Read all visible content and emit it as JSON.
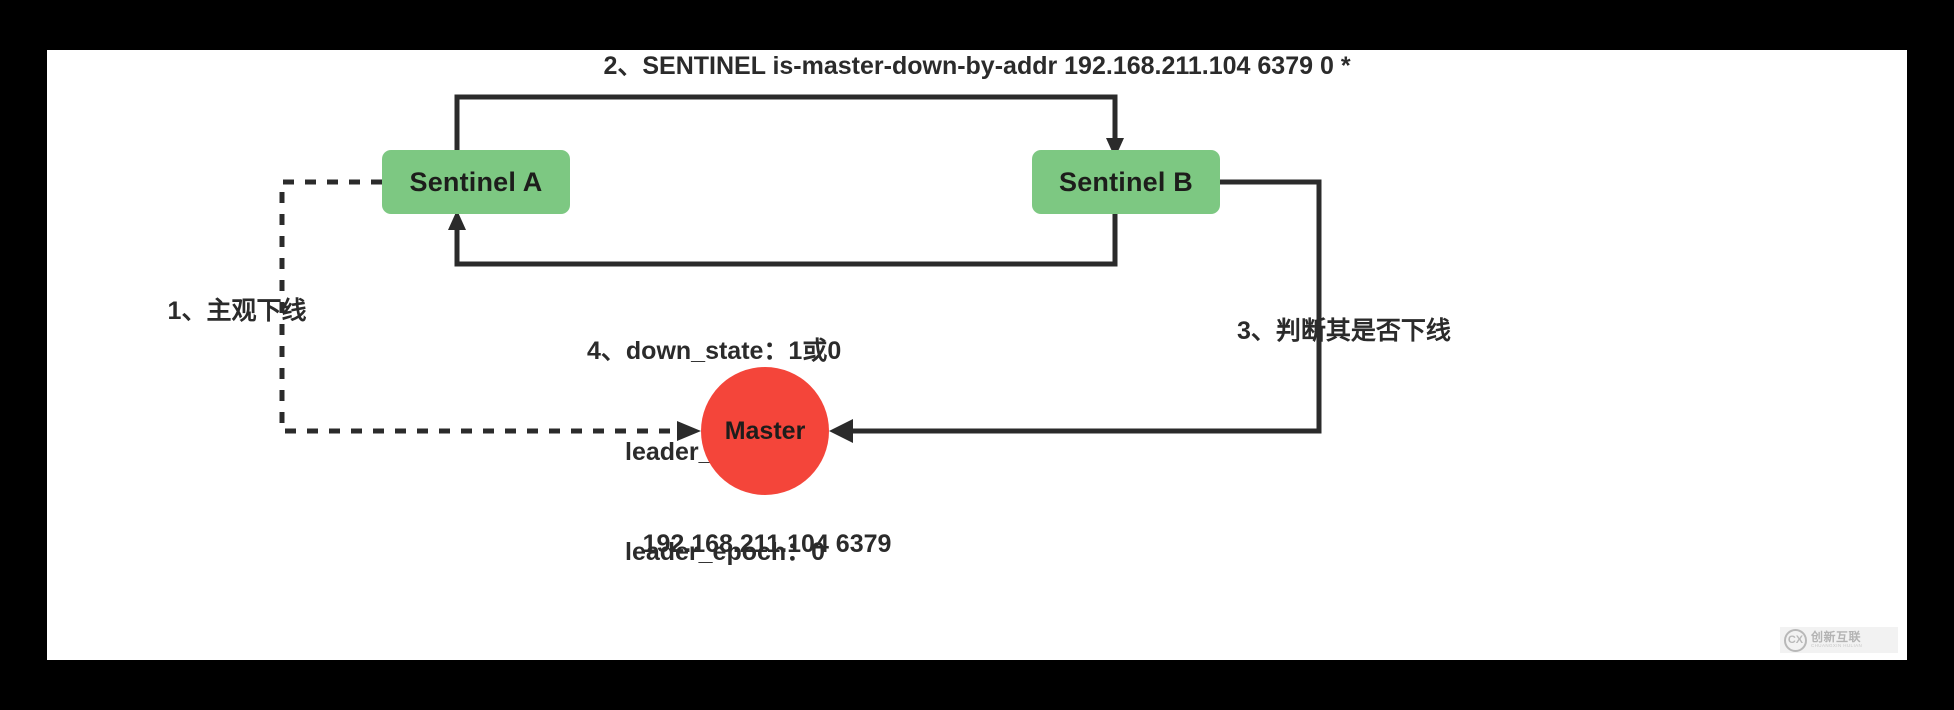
{
  "diagram": {
    "title_step2": "2、SENTINEL is-master-down-by-addr 192.168.211.104 6379 0 *",
    "nodes": {
      "sentinel_a": "Sentinel A",
      "sentinel_b": "Sentinel B",
      "master": "Master"
    },
    "labels": {
      "step1": "1、主观下线",
      "step3": "3、判断其是否下线",
      "step4_line1": "4、down_state：1或0",
      "step4_line2": "leader_runid：*",
      "step4_line3": "leader_epoch：0",
      "master_address": "192.168.211.104 6379"
    },
    "colors": {
      "sentinel_fill": "#7DC882",
      "master_fill": "#F4453A",
      "connector_stroke": "#2b2b2b",
      "text": "#2b2b2b",
      "canvas": "#ffffff",
      "frame": "#000000"
    }
  },
  "watermark": {
    "mark": "CX",
    "cn_text": "创新互联",
    "en_text": "CHUANGXIN HULIAN"
  }
}
